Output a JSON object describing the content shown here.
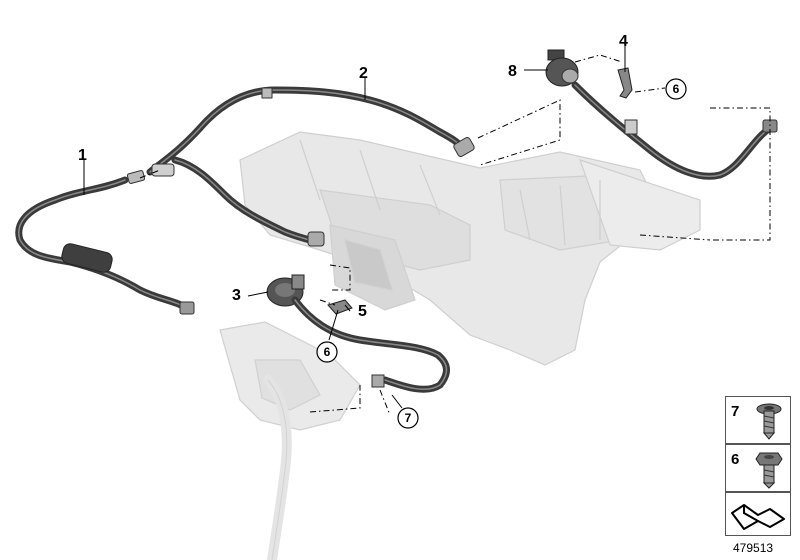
{
  "callouts": {
    "c1": "1",
    "c2": "2",
    "c3": "3",
    "c4": "4",
    "c5": "5",
    "c8": "8",
    "circ6a": "6",
    "circ6b": "6",
    "circ7": "7"
  },
  "legend": [
    {
      "number": "7",
      "part": "torx-screw-icon"
    },
    {
      "number": "6",
      "part": "hex-screw-icon"
    },
    {
      "number": "",
      "part": "bracket-icon"
    }
  ],
  "reference_number": "479513",
  "colors": {
    "hose": "#3a3a3a",
    "hose_highlight": "#8a8a8a",
    "ghost_part": "#e6e6e6",
    "ghost_outline": "#cfcfcf",
    "leader": "#000000"
  }
}
